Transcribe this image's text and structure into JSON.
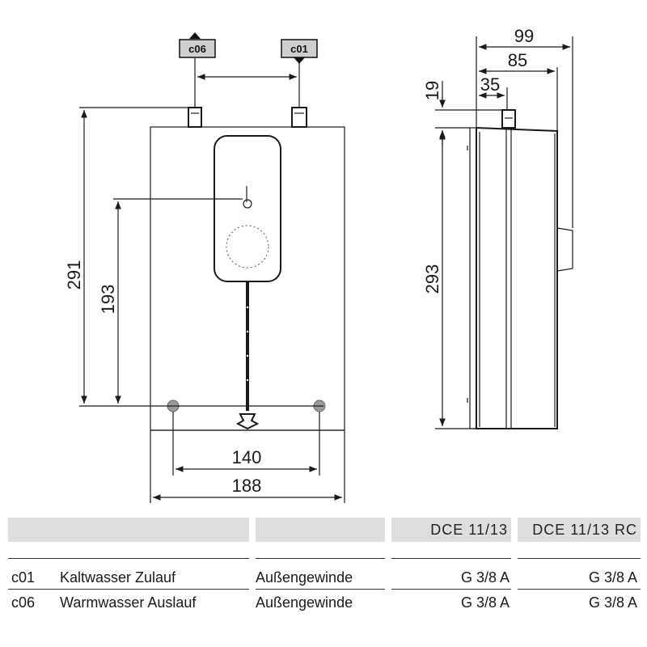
{
  "drawing": {
    "tags": {
      "c06": "c06",
      "c01": "c01"
    },
    "front_dims": {
      "height_total": "291",
      "height_mid": "193",
      "width_inner": "140",
      "width_total": "188"
    },
    "side_dims": {
      "depth_total": "99",
      "depth_85": "85",
      "depth_35": "35",
      "top_19": "19",
      "height": "293"
    }
  },
  "table": {
    "columns": [
      "DCE 11/13",
      "DCE 11/13 RC"
    ],
    "rows": [
      {
        "code": "c01",
        "description": "Kaltwasser Zulauf",
        "type": "Außengewinde",
        "v1": "G 3/8 A",
        "v2": "G 3/8 A"
      },
      {
        "code": "c06",
        "description": "Warmwasser Auslauf",
        "type": "Außengewinde",
        "v1": "G 3/8 A",
        "v2": "G 3/8 A"
      }
    ]
  }
}
